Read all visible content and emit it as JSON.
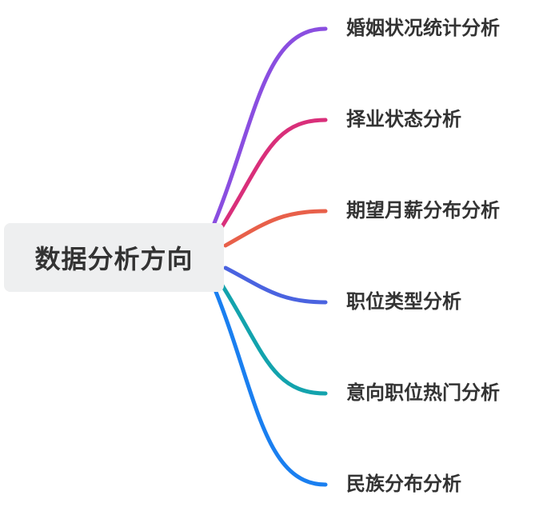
{
  "root": {
    "label": "数据分析方向"
  },
  "branches": [
    {
      "label": "婚姻状况统计分析",
      "color": "#8a4ee0"
    },
    {
      "label": "择业状态分析",
      "color": "#d92f7a"
    },
    {
      "label": "期望月薪分布分析",
      "color": "#e8604a"
    },
    {
      "label": "职位类型分析",
      "color": "#4a63e0"
    },
    {
      "label": "意向职位热门分析",
      "color": "#13a3ad"
    },
    {
      "label": "民族分布分析",
      "color": "#1a7ff0"
    }
  ]
}
